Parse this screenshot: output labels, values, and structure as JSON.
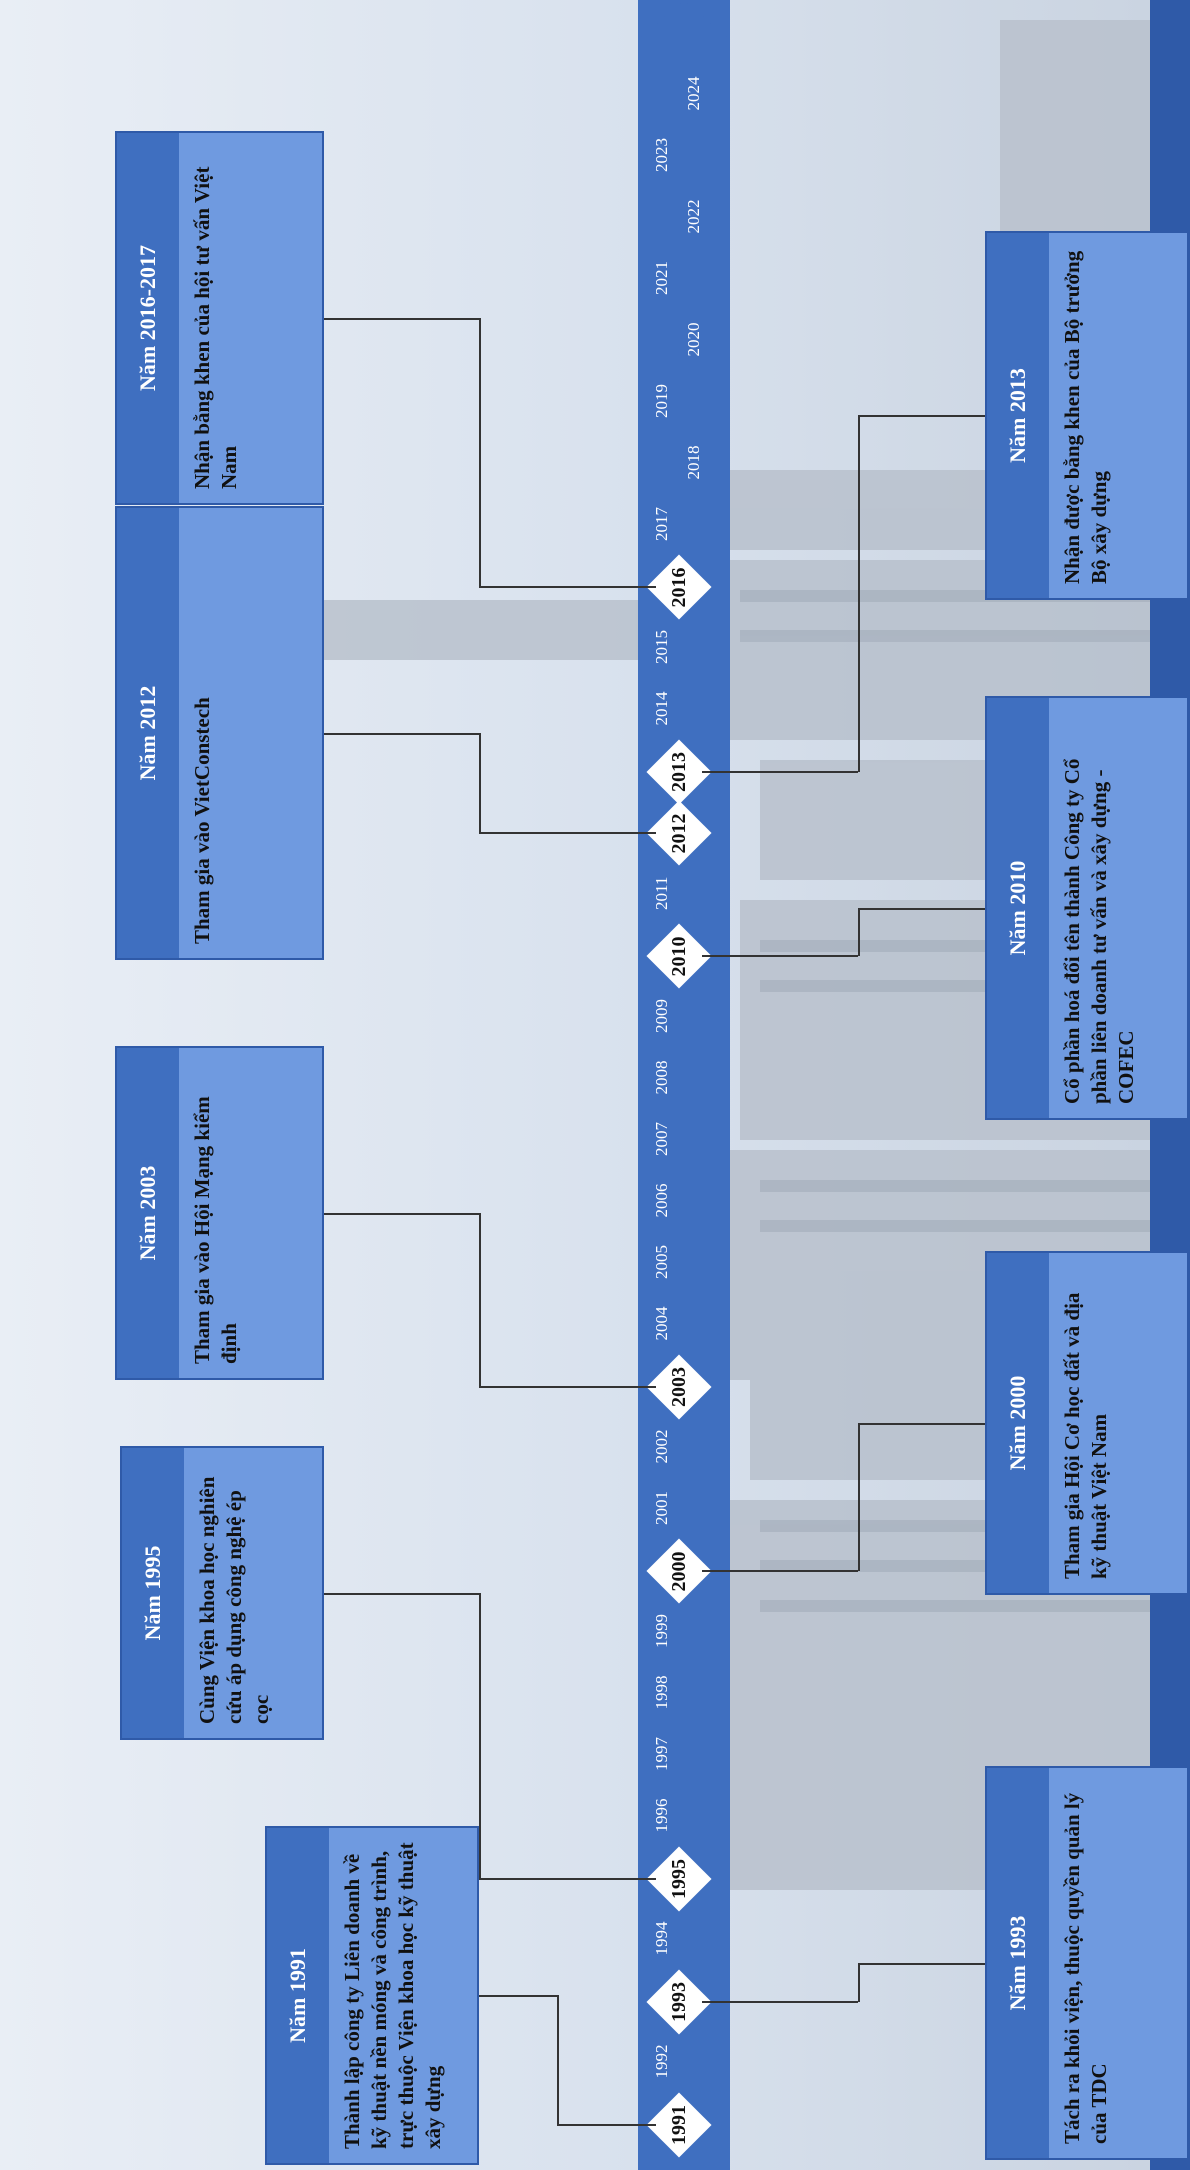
{
  "timeline": {
    "ticks": [
      "1991",
      "1992",
      "1993",
      "1994",
      "1995",
      "1996",
      "1997",
      "1998",
      "1999",
      "2000",
      "2001",
      "2002",
      "2003",
      "2004",
      "2005",
      "2006",
      "2007",
      "2008",
      "2009",
      "2010",
      "2011",
      "2012",
      "2013",
      "2014",
      "2015",
      "2016",
      "2017",
      "2018",
      "2019",
      "2020",
      "2021",
      "2022",
      "2023",
      "2024"
    ],
    "highlighted": [
      "1991",
      "1993",
      "1995",
      "2000",
      "2003",
      "2010",
      "2012",
      "2013",
      "2016"
    ]
  },
  "events": [
    {
      "id": "1991",
      "title": "Năm 1991",
      "text": "Thành lập công ty Liên doanh về kỹ thuật nền móng và công trình, trực thuộc Viện khoa học kỹ thuật xây dựng"
    },
    {
      "id": "1995",
      "title": "Năm 1995",
      "text": "Cùng Viện khoa học nghiên cứu áp dụng công nghệ ép cọc"
    },
    {
      "id": "2003",
      "title": "Năm 2003",
      "text": "Tham gia vào Hội Mạng kiểm định"
    },
    {
      "id": "2012",
      "title": "Năm 2012",
      "text": "Tham gia vào VietConstech"
    },
    {
      "id": "2016",
      "title": "Năm 2016-2017",
      "text": "Nhận bằng khen của hội tư vấn Việt Nam"
    },
    {
      "id": "1993",
      "title": "Năm 1993",
      "text": "Tách ra khỏi viện, thuộc quyền quản lý của TDC"
    },
    {
      "id": "2000",
      "title": "Năm 2000",
      "text": "Tham gia Hội Cơ học đất và địa kỹ thuật Việt Nam"
    },
    {
      "id": "2010",
      "title": "Năm 2010",
      "text": "Cổ phần hoá đổi tên thành Công ty Cổ phần liên doanh tư vấn và xây dựng - COFEC"
    },
    {
      "id": "2013",
      "title": "Năm 2013",
      "text": "Nhận được bằng khen của Bộ trưởng Bộ xây dựng"
    }
  ],
  "colors": {
    "accent": "#3f6fc0",
    "card": "#6f9ae0",
    "sky": "#dfe7f1"
  }
}
